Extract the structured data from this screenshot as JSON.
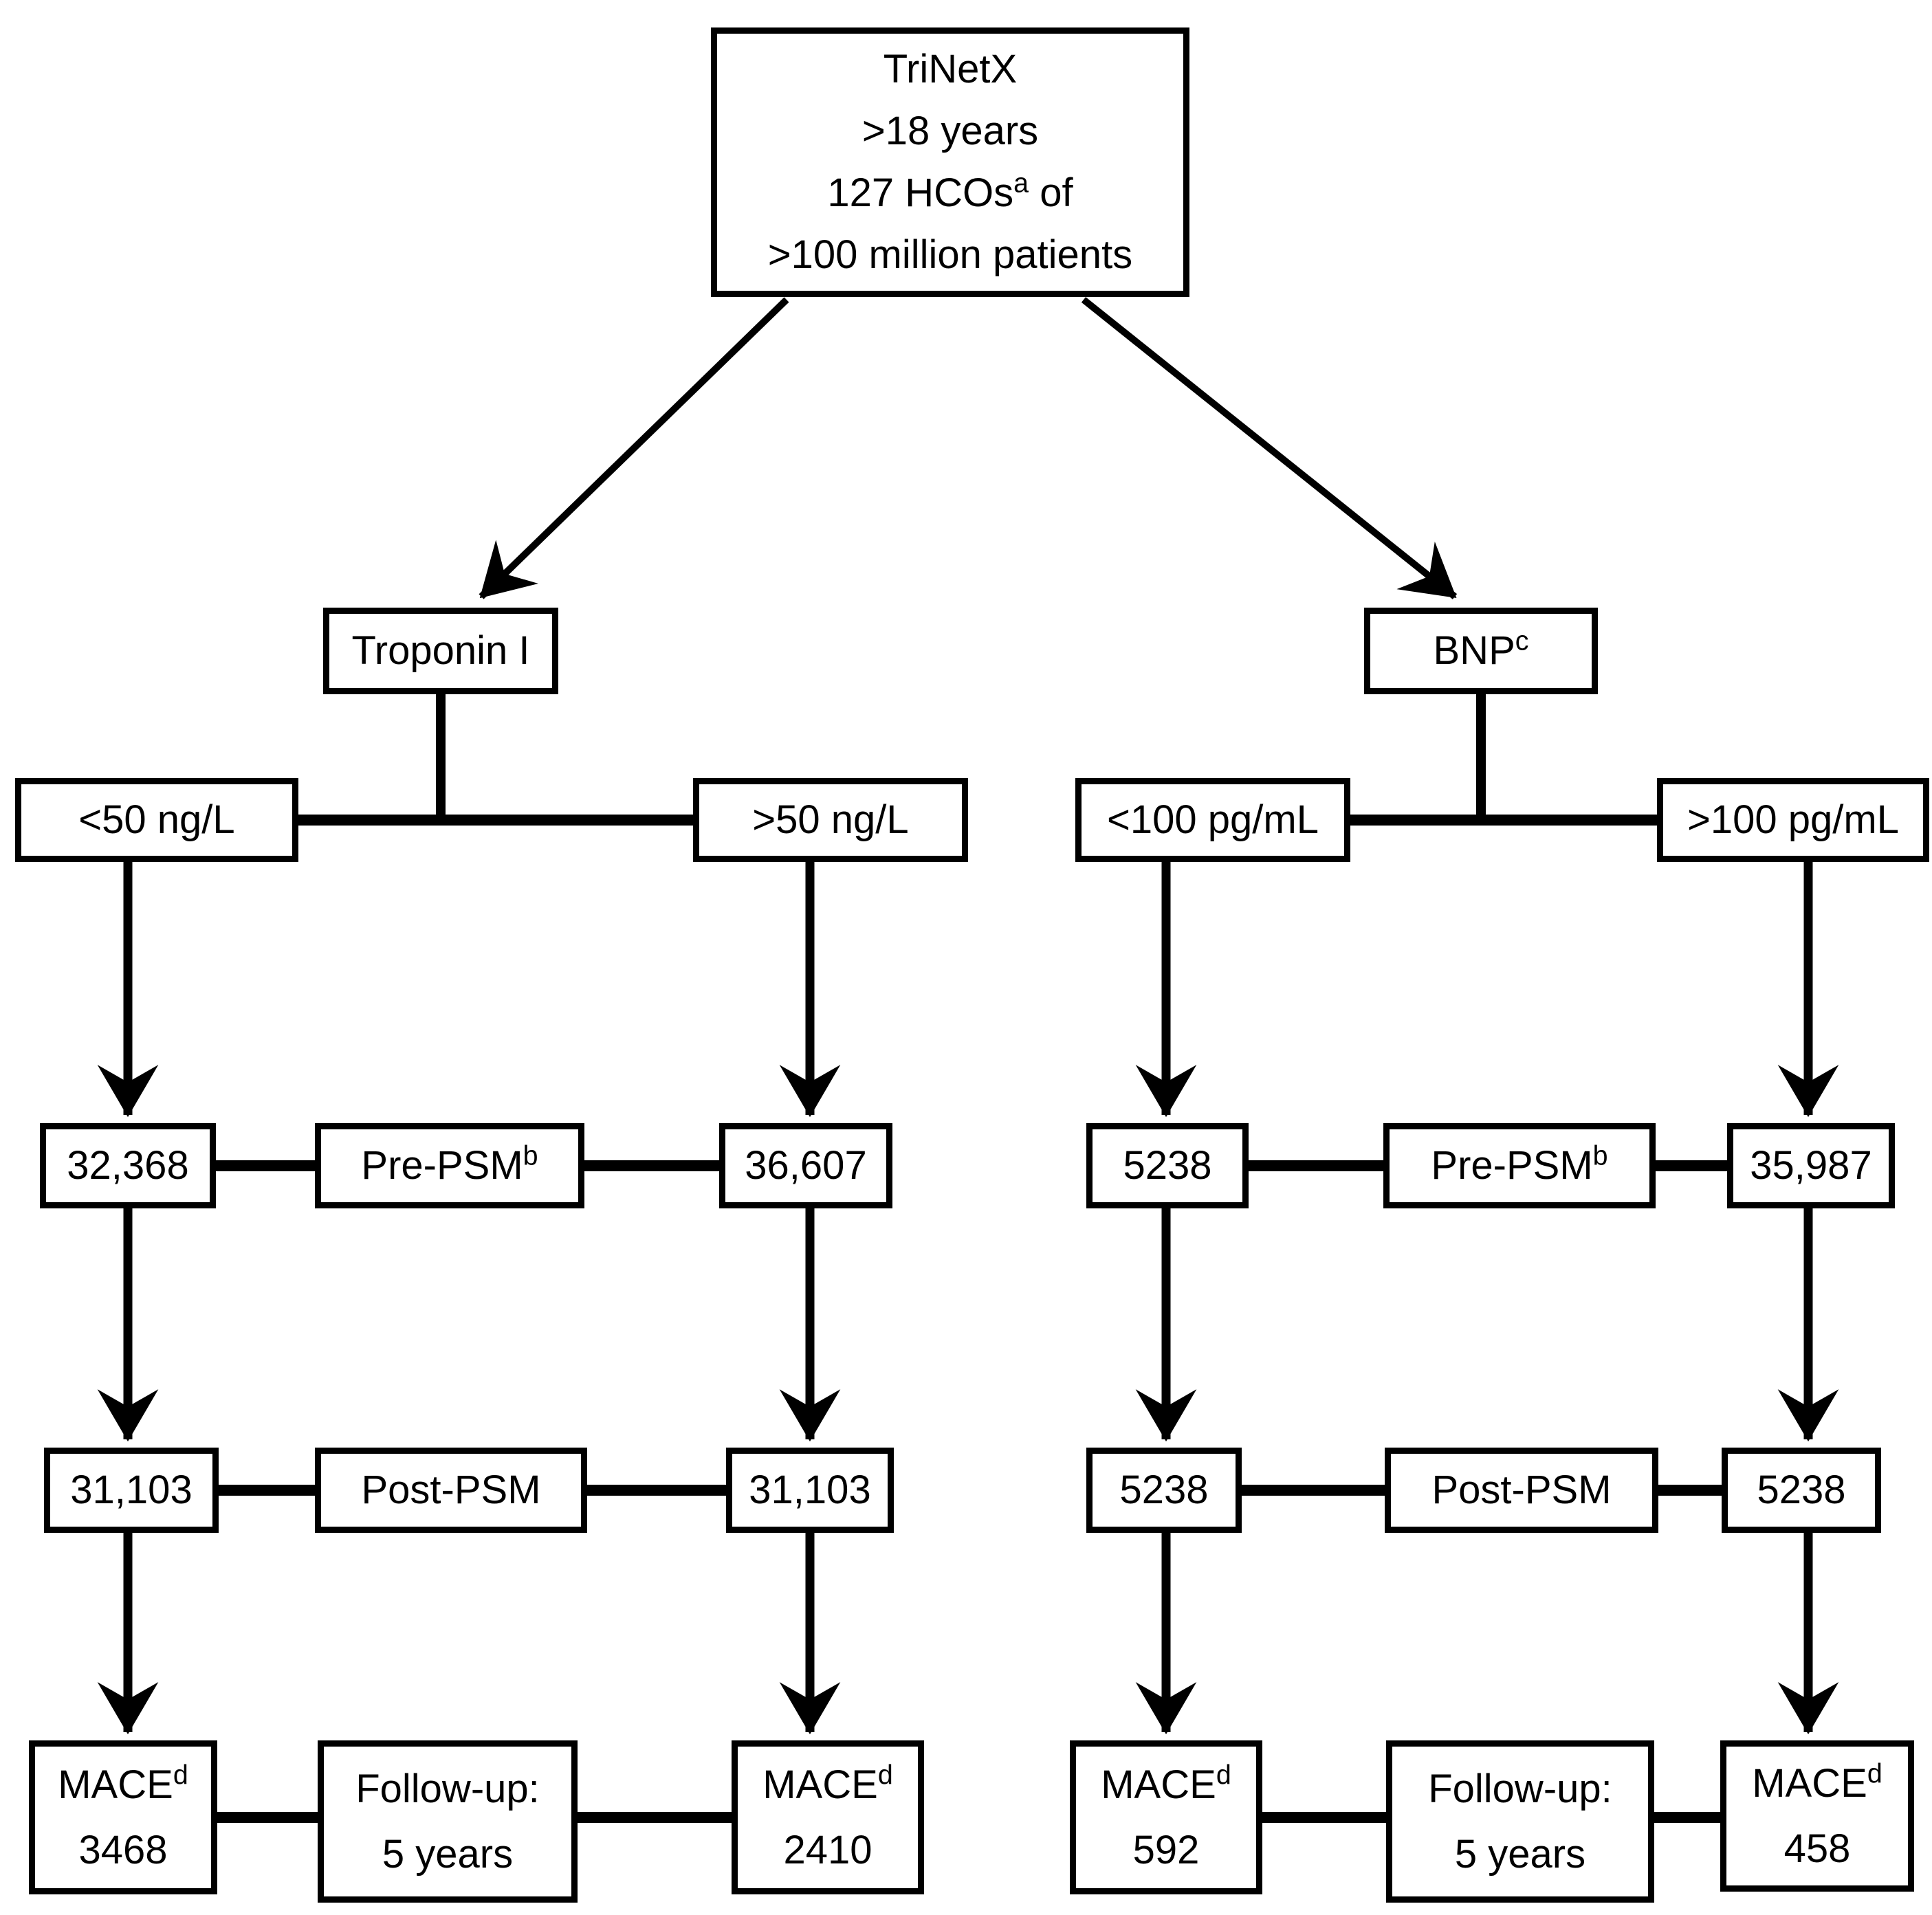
{
  "colors": {
    "ink": "#000000",
    "background": "#ffffff"
  },
  "root": {
    "l1": "TriNetX",
    "l2": ">18 years",
    "l3_base": "127 HCOs",
    "l3_sup": "a",
    "l3_rest": " of",
    "l4": ">100 million patients"
  },
  "branch_troponin": {
    "label": "Troponin I",
    "low_threshold": "<50 ng/L",
    "high_threshold": ">50 ng/L",
    "pre_psm_low_n": "32,368",
    "pre_psm_high_n": "36,607",
    "post_psm_low_n": "31,103",
    "post_psm_high_n": "31,103",
    "mace_low_n": "3468",
    "mace_high_n": "2410"
  },
  "branch_bnp": {
    "label": "BNP",
    "label_sup": "c",
    "low_threshold": "<100 pg/mL",
    "high_threshold": ">100 pg/mL",
    "pre_psm_low_n": "5238",
    "pre_psm_high_n": "35,987",
    "post_psm_low_n": "5238",
    "post_psm_high_n": "5238",
    "mace_low_n": "592",
    "mace_high_n": "458"
  },
  "labels": {
    "pre_psm": "Pre-PSM",
    "pre_psm_sup": "b",
    "post_psm": "Post-PSM",
    "mace": "MACE",
    "mace_sup": "d",
    "followup_l1": "Follow-up:",
    "followup_l2": "5 years"
  }
}
